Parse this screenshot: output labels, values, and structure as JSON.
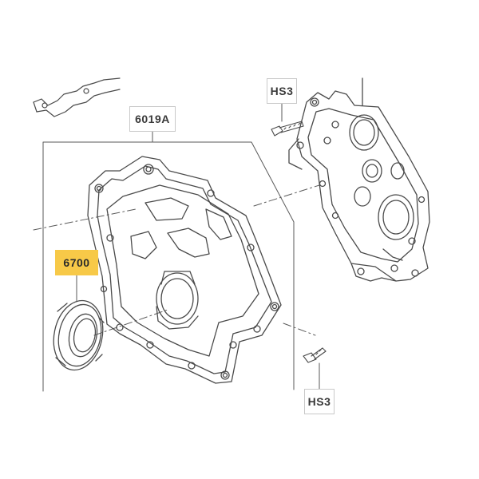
{
  "callouts": {
    "cover": "6019A",
    "seal": "6700",
    "bolt_top": "HS3",
    "bolt_bottom": "HS3"
  },
  "colors": {
    "line": "#4a4a4a",
    "highlight": "#f7c948",
    "callout_border": "#c9c9c9"
  }
}
